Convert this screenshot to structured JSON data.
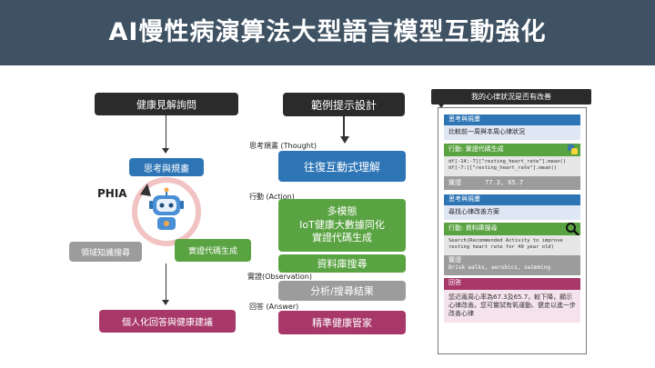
{
  "title": "AI慢性病演算法大型語言模型互動強化",
  "left": {
    "top_box": "健康見解詢問",
    "think": "思考與規畫",
    "phia": "PHIA",
    "domain": "領域知識搜尋",
    "code": "實證代碼生成",
    "bottom_box": "個人化回答與健康建議"
  },
  "middle": {
    "header": "範例提示設計",
    "label_thought": "思考規畫 (Thought)",
    "thought_box": "往復互動式理解",
    "label_action": "行動 (Action)",
    "action_lines": [
      "多模態",
      "IoT健康大數據同化",
      "實證代碼生成"
    ],
    "db_box": "資料庫搜尋",
    "label_observation": "實證(Observation)",
    "analysis_box": "分析/搜尋結果",
    "label_answer": "回答 (Answer)",
    "answer_box": "精準健康管家"
  },
  "right": {
    "question": "我的心律狀況是否有改善",
    "think1_title": "思考與規畫",
    "think1_body": "比較前一周與本周心律狀況",
    "action1_title": "行動: 實證代碼生成",
    "action1_code": [
      "df[-14:-7][\"resting_heart_rate\"].mean()",
      "df[-7:][\"resting_heart_rate\"].mean()"
    ],
    "obs1_label": "實證",
    "obs1_value": "77.3, 65.7",
    "think2_title": "思考與規畫",
    "think2_body": "尋找心律改善方案",
    "action2_title": "行動: 資料庫搜尋",
    "action2_query": "Search(Recommended Activity to improve resting heart rate for 40 year old)",
    "obs2_label": "實證",
    "obs2_value": "Brisk walks, aerobics, swimming",
    "answer_title": "回答",
    "answer_body": "您近兩周心率為67.3及65.7，較下降，顯示心律改善。您可嘗試有氧運動、健走以進一步改善心律"
  },
  "colors": {
    "title_bg": "#3f5263",
    "blue": "#2e75b6",
    "green": "#5aa342",
    "gray": "#9c9c9c",
    "pink": "#a83869",
    "dark": "#2b2b2b"
  }
}
